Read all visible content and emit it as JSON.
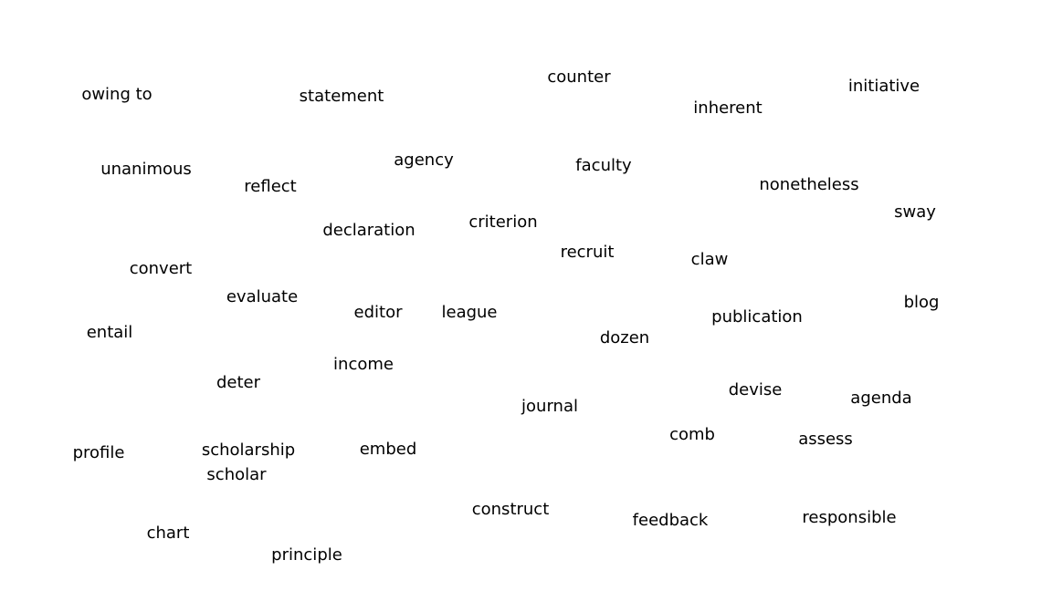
{
  "words": [
    "owing to",
    "statement",
    "counter",
    "inherent",
    "initiative",
    "unanimous",
    "reflect",
    "agency",
    "faculty",
    "nonetheless",
    "sway",
    "declaration",
    "criterion",
    "recruit",
    "claw",
    "convert",
    "evaluate",
    "editor",
    "league",
    "publication",
    "blog",
    "entail",
    "dozen",
    "income",
    "deter",
    "devise",
    "agenda",
    "journal",
    "comb",
    "assess",
    "profile",
    "scholarship",
    "embed",
    "scholar",
    "construct",
    "feedback",
    "responsible",
    "chart",
    "principle"
  ]
}
